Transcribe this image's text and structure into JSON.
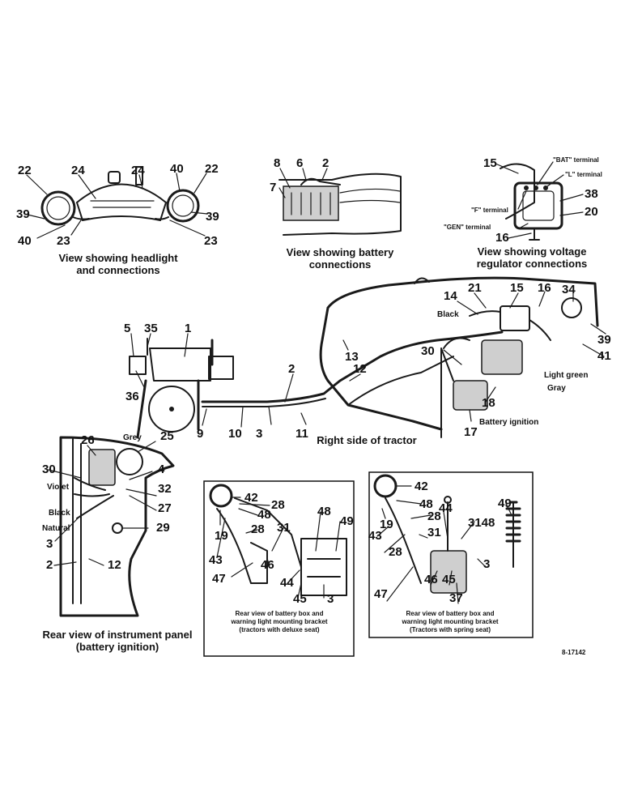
{
  "callouts": {
    "headlight": [
      "22",
      "24",
      "24",
      "40",
      "22",
      "39",
      "39",
      "40",
      "23",
      "23"
    ],
    "battery": [
      "8",
      "6",
      "2",
      "7"
    ],
    "regulator": [
      "15",
      "38",
      "20",
      "16"
    ],
    "main": [
      "5",
      "35",
      "1",
      "36",
      "2",
      "12",
      "13",
      "9",
      "10",
      "3",
      "11",
      "14",
      "21",
      "15",
      "16",
      "34",
      "30",
      "39",
      "41",
      "18",
      "17"
    ],
    "panel": [
      "26",
      "25",
      "30",
      "4",
      "32",
      "27",
      "29",
      "3",
      "2",
      "12"
    ],
    "deluxe": [
      "42",
      "28",
      "48",
      "19",
      "43",
      "28",
      "31",
      "48",
      "49",
      "46",
      "47",
      "44",
      "45",
      "3"
    ],
    "spring": [
      "42",
      "48",
      "28",
      "44",
      "3148",
      "49",
      "19",
      "43",
      "28",
      "31",
      "46",
      "45",
      "47",
      "37",
      "3"
    ]
  },
  "labels": {
    "headlight_caption_1": "View showing headlight",
    "headlight_caption_2": "and connections",
    "battery_caption_1": "View showing battery",
    "battery_caption_2": "connections",
    "regulator_caption_1": "View showing voltage",
    "regulator_caption_2": "regulator connections",
    "bat_terminal": "\"BAT\" terminal",
    "l_terminal": "\"L\" terminal",
    "f_terminal": "\"F\" terminal",
    "gen_terminal": "\"GEN\" terminal",
    "black": "Black",
    "light_green": "Light green",
    "gray": "Gray",
    "battery_ignition": "Battery ignition",
    "right_side": "Right side of tractor",
    "grey": "Grey",
    "violet": "Violet",
    "black_panel": "Black",
    "natural": "Natural",
    "panel_caption_1": "Rear view of instrument panel",
    "panel_caption_2": "(battery ignition)",
    "deluxe_caption_1": "Rear view of battery box and",
    "deluxe_caption_2": "warning light mounting bracket",
    "deluxe_caption_3": "(tractors with deluxe seat)",
    "spring_caption_1": "Rear view of battery box and",
    "spring_caption_2": "warning light mounting bracket",
    "spring_caption_3": "(Tractors with spring seat)",
    "figure_id": "8-17142"
  }
}
